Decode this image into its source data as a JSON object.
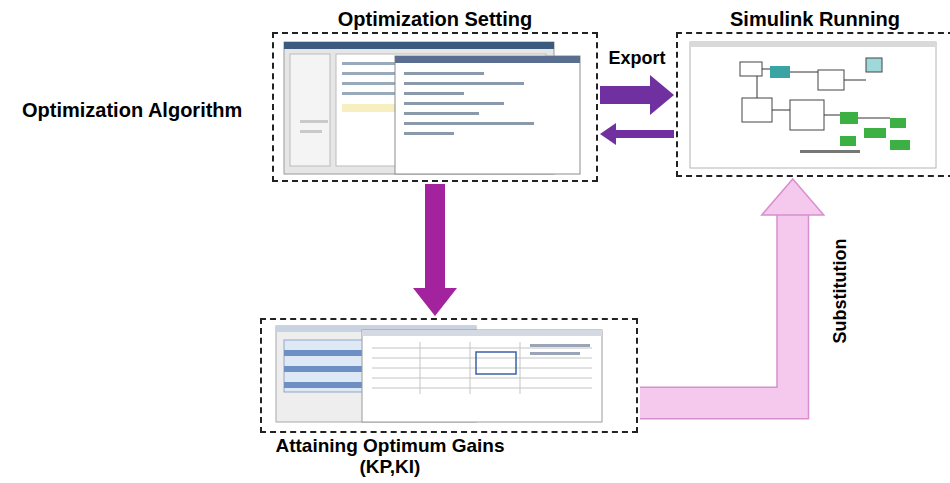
{
  "diagram": {
    "nodes": [
      {
        "text": [
          "Optimization Setting"
        ]
      },
      {
        "text": [
          "Simulink Running"
        ]
      },
      {
        "text": [
          "Attaining Optimum Gains (KP,KI)"
        ]
      }
    ],
    "edges": [
      {
        "from": 0,
        "to": 1,
        "label": "Export",
        "arrow": "to"
      },
      {
        "from": 1,
        "to": 0,
        "arrow": "to"
      },
      {
        "from": 0,
        "to": 2,
        "arrow": "to"
      },
      {
        "from": 2,
        "to": 1,
        "label": "Substitution",
        "arrow": "to"
      }
    ],
    "labels": [
      "Optimization Algorithm"
    ]
  }
}
